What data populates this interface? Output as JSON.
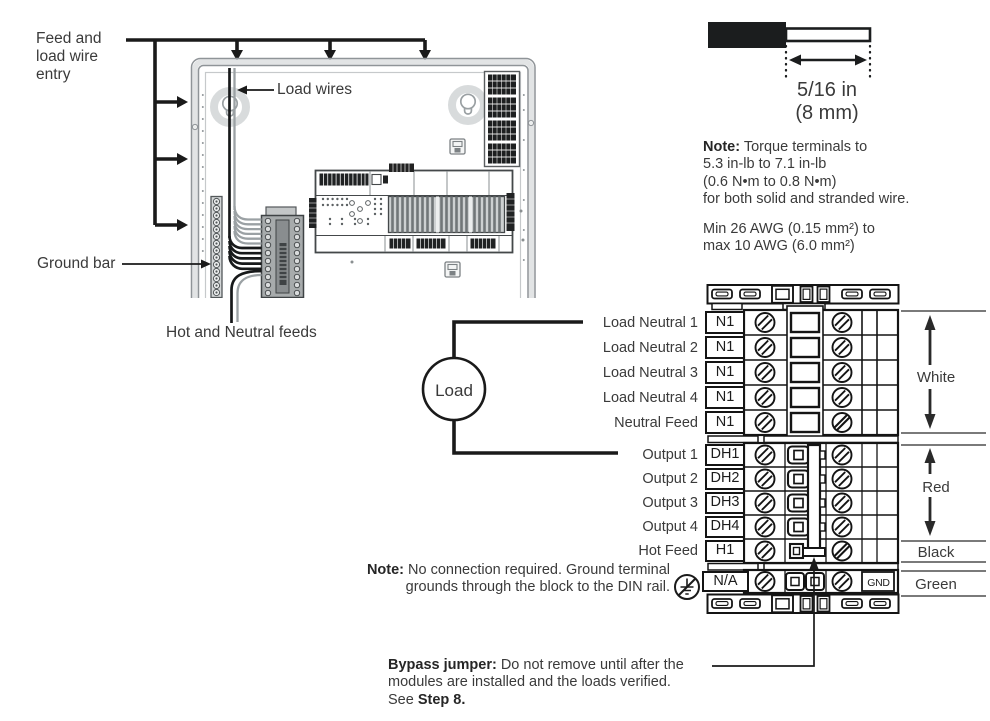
{
  "illustration": {
    "feed_entry_label": "Feed and\nload wire\nentry",
    "load_wires_label": "Load wires",
    "ground_bar_label": "Ground bar",
    "hot_neutral_label": "Hot and Neutral feeds"
  },
  "strip_gauge": {
    "dimension_in": "5/16 in",
    "dimension_mm": "(8 mm)"
  },
  "torque_note": {
    "label": "Note:",
    "text": "Torque terminals to\n5.3 in-lb to 7.1 in-lb\n(0.6 N•m to 0.8 N•m)\nfor both solid and stranded wire.",
    "wire_range": "Min 26 AWG (0.15 mm²) to\nmax 10 AWG (6.0 mm²)"
  },
  "load_circle_label": "Load",
  "terminal_block": {
    "rows": [
      {
        "label": "Load Neutral 1",
        "terminal": "N1"
      },
      {
        "label": "Load Neutral 2",
        "terminal": "N1"
      },
      {
        "label": "Load Neutral 3",
        "terminal": "N1"
      },
      {
        "label": "Load Neutral 4",
        "terminal": "N1"
      },
      {
        "label": "Neutral Feed",
        "terminal": "N1"
      },
      {
        "label": "Output 1",
        "terminal": "DH1"
      },
      {
        "label": "Output 2",
        "terminal": "DH2"
      },
      {
        "label": "Output 3",
        "terminal": "DH3"
      },
      {
        "label": "Output 4",
        "terminal": "DH4"
      },
      {
        "label": "Hot Feed",
        "terminal": "H1"
      },
      {
        "label": "",
        "terminal": "N/A"
      }
    ],
    "gnd_label": "GND",
    "colors": {
      "white": "White",
      "red": "Red",
      "black": "Black",
      "green": "Green"
    },
    "line_color": "#141414"
  },
  "ground_note": {
    "label": "Note:",
    "line1": "No connection required. Ground terminal",
    "line2": "grounds through the block to the DIN rail."
  },
  "bypass_note": {
    "label": "Bypass jumper:",
    "line1": "Do not remove until after the",
    "line2": "modules are installed and the loads verified.",
    "line3_prefix": "See",
    "line3_bold": "Step 8."
  }
}
